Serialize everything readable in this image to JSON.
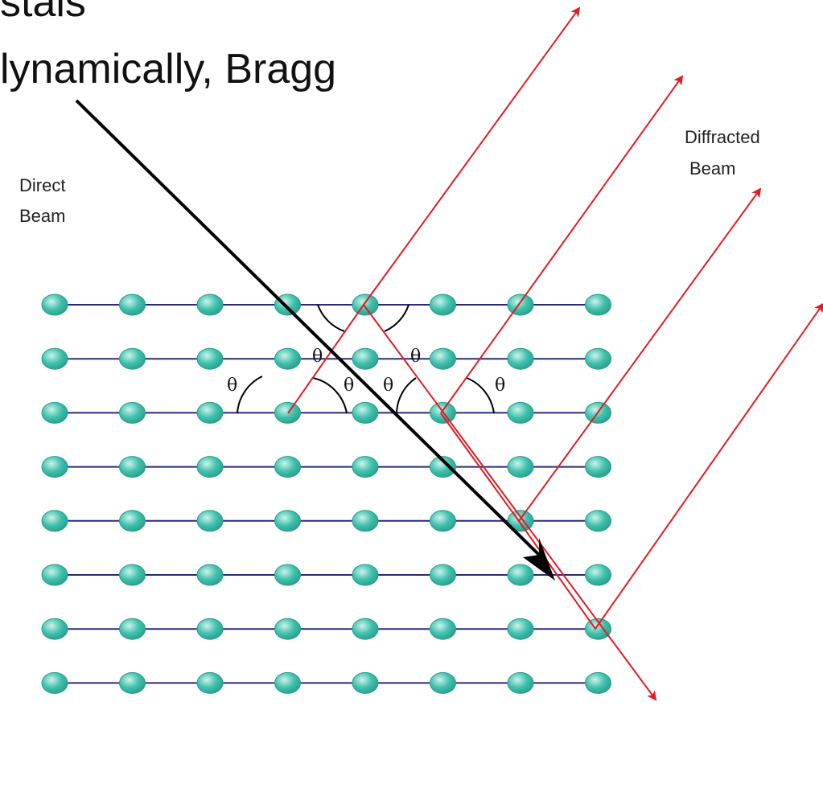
{
  "slide": {
    "title_line1": "stals",
    "title_line2": "lynamically, Bragg"
  },
  "labels": {
    "direct_beam": [
      "Direct",
      "Beam"
    ],
    "diffracted_beam": [
      "Diffracted",
      "Beam"
    ],
    "angle_symbol": "θ"
  },
  "lattice": {
    "rows": 8,
    "columns": 8
  },
  "colors": {
    "atom_fill": "#3fc1ad",
    "atom_highlight": "#cdf2ea",
    "lattice_line": "#2b2a7a",
    "diffracted_ray": "#e21b24",
    "direct_beam": "#000000"
  }
}
